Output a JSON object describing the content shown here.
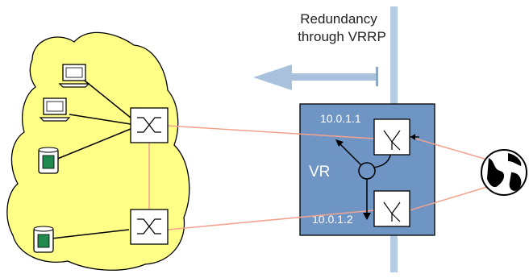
{
  "caption": {
    "line1": "Redundancy",
    "line2": "through VRRP"
  },
  "router_box": {
    "label": "VR",
    "ip_top": "10.0.1.1",
    "ip_bottom": "10.0.1.2"
  },
  "colors": {
    "lan_fill": "#ffff88",
    "router_fill": "#6f95c5",
    "divider": "#b4cbe3",
    "arrow": "#a9c1dc",
    "link": "#f2a38e",
    "outline": "#000000"
  },
  "icons": [
    "computer-icon",
    "disk-icon",
    "switch-icon",
    "router-icon",
    "globe-icon",
    "arrow-icon"
  ]
}
